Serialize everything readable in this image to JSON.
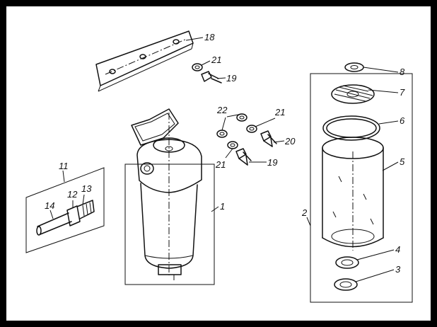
{
  "callouts": {
    "c1": "1",
    "c2": "2",
    "c3": "3",
    "c4": "4",
    "c5": "5",
    "c6": "6",
    "c7": "7",
    "c8": "8",
    "c11": "11",
    "c12": "12",
    "c13": "13",
    "c14": "14",
    "c18": "18",
    "c19a": "19",
    "c19b": "19",
    "c20": "20",
    "c21a": "21",
    "c21b": "21",
    "c21c": "21",
    "c22": "22"
  }
}
